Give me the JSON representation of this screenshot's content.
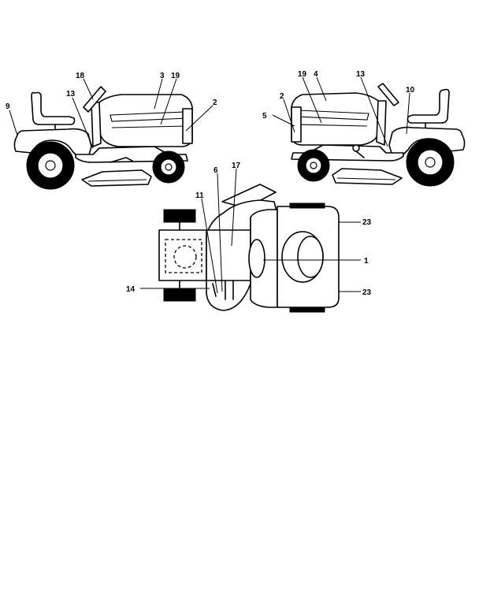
{
  "callouts": {
    "left_view": {
      "c18": "18",
      "c3": "3",
      "c19": "19",
      "c2": "2",
      "c9": "9",
      "c13": "13"
    },
    "right_view": {
      "c19": "19",
      "c4": "4",
      "c13": "13",
      "c10": "10",
      "c2": "2",
      "c5": "5"
    },
    "top_view": {
      "c6": "6",
      "c17": "17",
      "c11": "11",
      "c23a": "23",
      "c1": "1",
      "c14": "14",
      "c23b": "23"
    }
  }
}
